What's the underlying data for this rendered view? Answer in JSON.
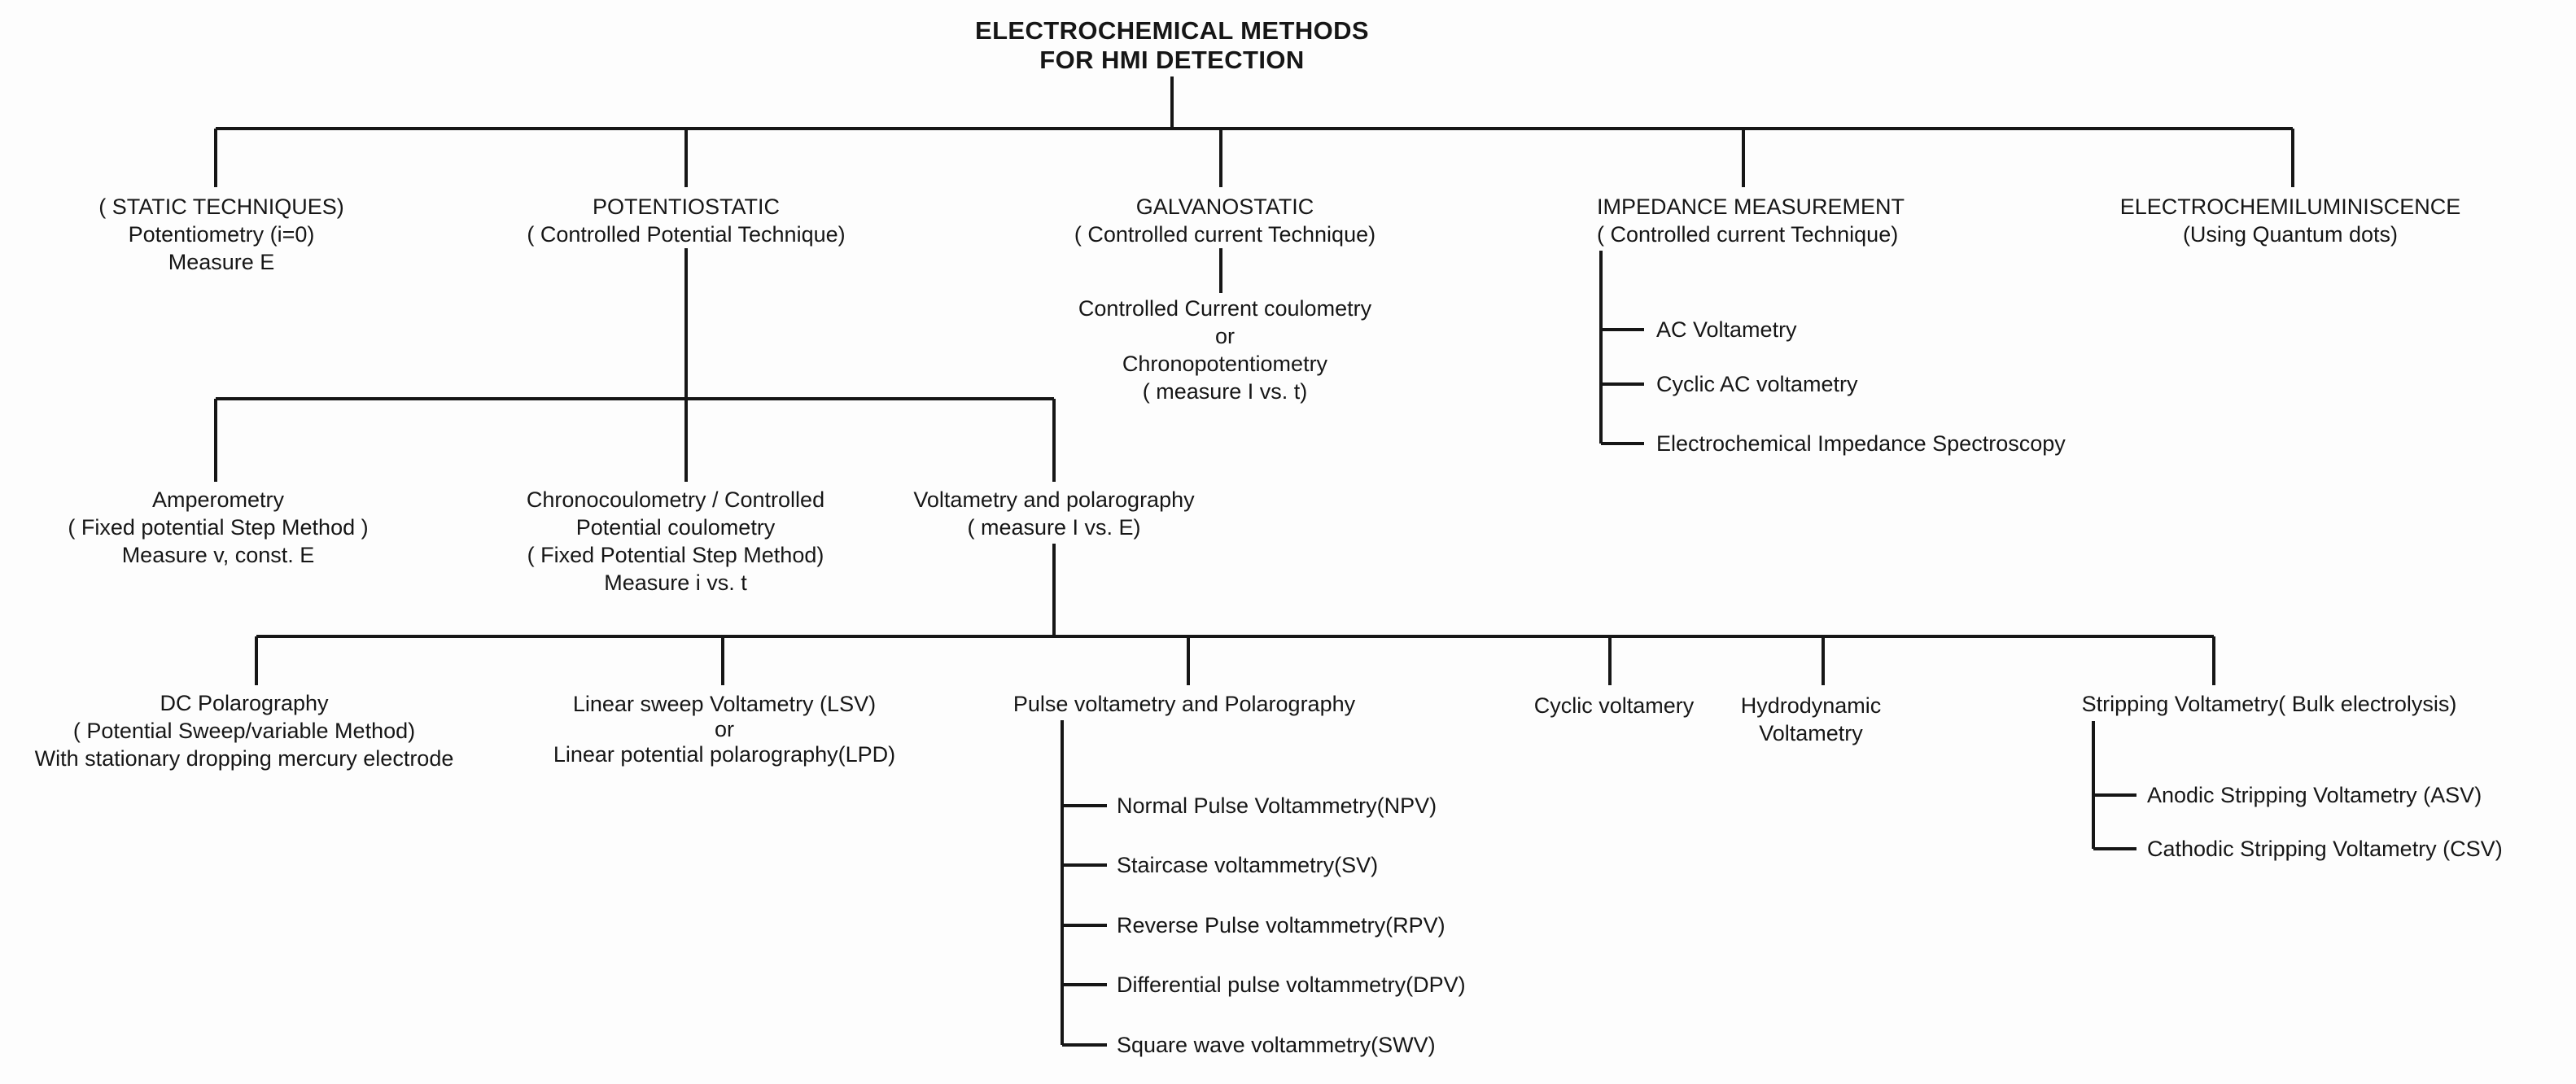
{
  "diagram": {
    "title": [
      "ELECTROCHEMICAL METHODS",
      "FOR HMI DETECTION"
    ],
    "colors": {
      "text": "#161616",
      "line": "#161616",
      "background": "#fdfdfd"
    },
    "nodes": {
      "static": {
        "lines": [
          "( STATIC TECHNIQUES)",
          "Potentiometry (i=0)",
          "Measure E"
        ]
      },
      "potentiostatic": {
        "lines": [
          "POTENTIOSTATIC",
          "( Controlled Potential Technique)"
        ]
      },
      "galvanostatic": {
        "lines": [
          "GALVANOSTATIC",
          "( Controlled current Technique)"
        ]
      },
      "galvanostatic_methods": {
        "lines": [
          "Controlled Current coulometry",
          "or",
          "Chronopotentiometry",
          "( measure I vs. t)"
        ]
      },
      "impedance": {
        "lines": [
          "IMPEDANCE MEASUREMENT",
          "( Controlled current Technique)"
        ]
      },
      "impedance_children": [
        "AC Voltametry",
        "Cyclic AC voltametry",
        "Electrochemical Impedance Spectroscopy"
      ],
      "electrochemiluminiscence": {
        "lines": [
          "ELECTROCHEMILUMINISCENCE",
          "(Using Quantum dots)"
        ]
      },
      "amperometry": {
        "lines": [
          "Amperometry",
          "( Fixed potential Step Method )",
          "Measure v, const. E"
        ]
      },
      "chronocoulometry": {
        "lines": [
          "Chronocoulometry / Controlled",
          "Potential coulometry",
          "( Fixed Potential Step Method)",
          "Measure i vs. t"
        ]
      },
      "voltametry_polarography": {
        "lines": [
          "Voltametry and polarography",
          "( measure I vs. E)"
        ]
      },
      "dc_polarography": {
        "lines": [
          "DC Polarography",
          "( Potential Sweep/variable Method)",
          "With stationary dropping mercury electrode"
        ]
      },
      "linear_sweep": {
        "lines": [
          "Linear sweep Voltametry (LSV)",
          "or",
          "Linear potential polarography(LPD)"
        ]
      },
      "pulse": {
        "lines": [
          "Pulse voltametry and Polarography"
        ]
      },
      "pulse_children": [
        "Normal Pulse Voltammetry(NPV)",
        "Staircase voltammetry(SV)",
        "Reverse Pulse voltammetry(RPV)",
        "Differential pulse voltammetry(DPV)",
        "Square wave voltammetry(SWV)"
      ],
      "cyclic": {
        "lines": [
          "Cyclic voltamery"
        ]
      },
      "hydrodynamic": {
        "lines": [
          "Hydrodynamic",
          "Voltametry"
        ]
      },
      "stripping": {
        "lines": [
          "Stripping Voltametry( Bulk electrolysis)"
        ]
      },
      "stripping_children": [
        "Anodic Stripping Voltametry (ASV)",
        "Cathodic Stripping Voltametry (CSV)"
      ]
    }
  }
}
